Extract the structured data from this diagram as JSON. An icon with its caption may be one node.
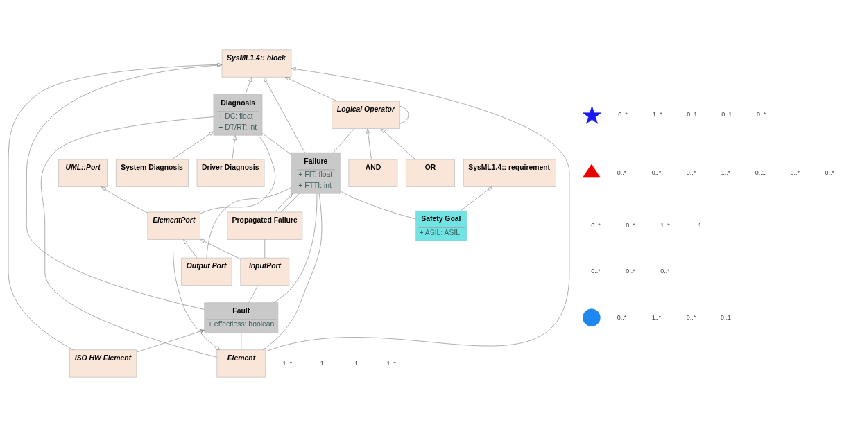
{
  "diagram": {
    "nodes": [
      {
        "text": [
          "SysML1.4:: block"
        ]
      },
      {
        "text": [
          "SysML1.4:: requirement"
        ]
      },
      {
        "text": [
          "Safety Goal",
          "+ ASIL: ASIL"
        ]
      },
      {
        "text": [
          "System Diagnosis"
        ]
      },
      {
        "text": [
          "Driver Diagnosis"
        ]
      },
      {
        "text": [
          "Element"
        ]
      },
      {
        "text": [
          "Fault",
          "+ effectless: boolean"
        ]
      },
      {
        "text": [
          "ISO HW Element"
        ]
      },
      {
        "text": [
          "Failure",
          "+ FIT: float",
          "+ FTTI: int"
        ]
      },
      {
        "text": [
          "Diagnosis",
          "+ DC: float",
          "+ DT/RT: int"
        ]
      },
      {
        "text": [
          "ElementPort"
        ]
      },
      {
        "text": [
          "InputPort"
        ]
      },
      {
        "text": [
          "Propagated Failure"
        ]
      },
      {
        "text": [
          "Logical Operator"
        ]
      },
      {
        "text": [
          "UML::Port"
        ]
      },
      {
        "text": [
          "Output Port"
        ]
      },
      {
        "text": [
          "AND"
        ]
      },
      {
        "text": [
          "OR"
        ]
      },
      {
        "text": [],
        "shape": "circle"
      },
      {
        "text": [],
        "shape": "triangle"
      },
      {
        "text": [],
        "shape": "star"
      }
    ],
    "edges": [
      {
        "from": 5,
        "to": 0,
        "arrow": "to"
      },
      {
        "from": 6,
        "to": 0,
        "arrow": "to"
      },
      {
        "from": 7,
        "to": 0,
        "arrow": "to"
      },
      {
        "from": 8,
        "to": 0,
        "arrow": "to"
      },
      {
        "from": 13,
        "to": 0,
        "arrow": "to"
      },
      {
        "from": 9,
        "to": 0,
        "arrow": "to"
      },
      {
        "from": 2,
        "to": 1,
        "arrow": "to"
      },
      {
        "from": 3,
        "to": 9,
        "arrow": "to"
      },
      {
        "from": 4,
        "to": 9,
        "arrow": "to"
      },
      {
        "from": 2,
        "to": 8,
        "arrow": "none"
      },
      {
        "from": 5,
        "to": 8,
        "arrow": "none"
      },
      {
        "from": 5,
        "to": 9,
        "arrow": "none"
      },
      {
        "from": 5,
        "to": 6,
        "arrow": "none"
      },
      {
        "from": 6,
        "to": 8,
        "arrow": "none"
      },
      {
        "from": 8,
        "to": 9,
        "arrow": "none"
      },
      {
        "from": 7,
        "to": 6,
        "arrow": "to"
      },
      {
        "from": 6,
        "to": 11,
        "arrow": "none"
      },
      {
        "from": 10,
        "to": 5,
        "arrow": "other"
      },
      {
        "from": 10,
        "to": 14,
        "arrow": "to"
      },
      {
        "from": 11,
        "to": 10,
        "arrow": "to"
      },
      {
        "from": 15,
        "to": 10,
        "arrow": "to"
      },
      {
        "from": 11,
        "to": 12,
        "arrow": "none"
      },
      {
        "from": 12,
        "to": 8,
        "arrow": "to"
      },
      {
        "from": 12,
        "to": 8,
        "arrow": "none"
      },
      {
        "from": 15,
        "to": 8,
        "arrow": "none"
      },
      {
        "from": 8,
        "to": 13,
        "arrow": "none"
      },
      {
        "from": 13,
        "to": 13,
        "arrow": "none"
      },
      {
        "from": 16,
        "to": 13,
        "arrow": "to"
      },
      {
        "from": 17,
        "to": 13,
        "arrow": "to"
      },
      {
        "from": 10,
        "to": 9,
        "arrow": "none"
      }
    ],
    "labels": [
      "0..*",
      "1..*",
      "0..*",
      "0..*",
      "0..*",
      "0..*",
      "0..*",
      "1..*",
      "1..*",
      "1",
      "1",
      "1..*",
      "0..1",
      "0..*",
      "0..1",
      "1..*",
      "0..*",
      "0..*",
      "0..1",
      "0..*",
      "0..1",
      "0..*",
      "0..*",
      "0..*",
      "1..*",
      "1",
      "0..*"
    ]
  }
}
